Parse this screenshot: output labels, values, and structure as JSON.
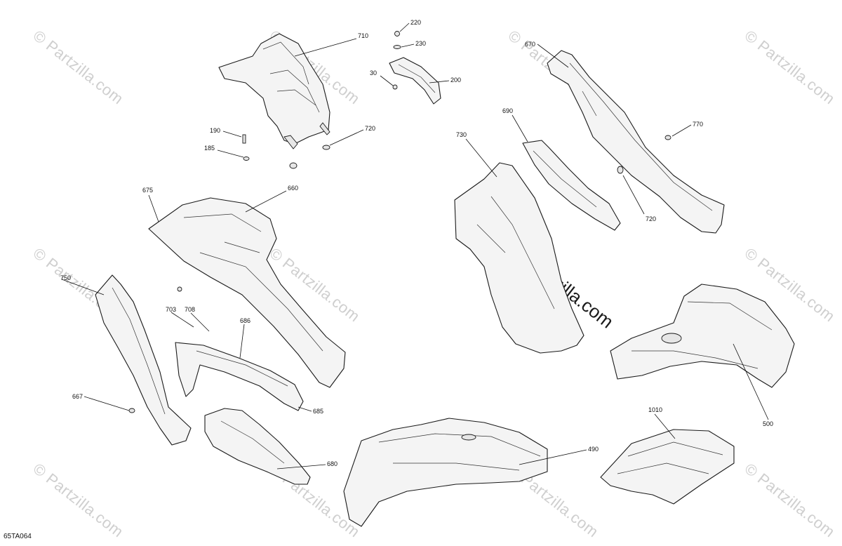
{
  "diagram": {
    "document_code": "65TA064",
    "watermark_text": "© Partzilla.com",
    "center_watermark": "© Partzilla.com",
    "callouts": [
      {
        "id": "710",
        "label": "710"
      },
      {
        "id": "220",
        "label": "220"
      },
      {
        "id": "230",
        "label": "230"
      },
      {
        "id": "30",
        "label": "30"
      },
      {
        "id": "200",
        "label": "200"
      },
      {
        "id": "190",
        "label": "190"
      },
      {
        "id": "185",
        "label": "185"
      },
      {
        "id": "720a",
        "label": "720"
      },
      {
        "id": "670",
        "label": "670"
      },
      {
        "id": "690",
        "label": "690"
      },
      {
        "id": "730",
        "label": "730"
      },
      {
        "id": "770",
        "label": "770"
      },
      {
        "id": "720b",
        "label": "720"
      },
      {
        "id": "675",
        "label": "675"
      },
      {
        "id": "660",
        "label": "660"
      },
      {
        "id": "750",
        "label": "750"
      },
      {
        "id": "703",
        "label": "703"
      },
      {
        "id": "708",
        "label": "708"
      },
      {
        "id": "686",
        "label": "686"
      },
      {
        "id": "667",
        "label": "667"
      },
      {
        "id": "685",
        "label": "685"
      },
      {
        "id": "680",
        "label": "680"
      },
      {
        "id": "490",
        "label": "490"
      },
      {
        "id": "500",
        "label": "500"
      },
      {
        "id": "1010",
        "label": "1010"
      }
    ]
  }
}
